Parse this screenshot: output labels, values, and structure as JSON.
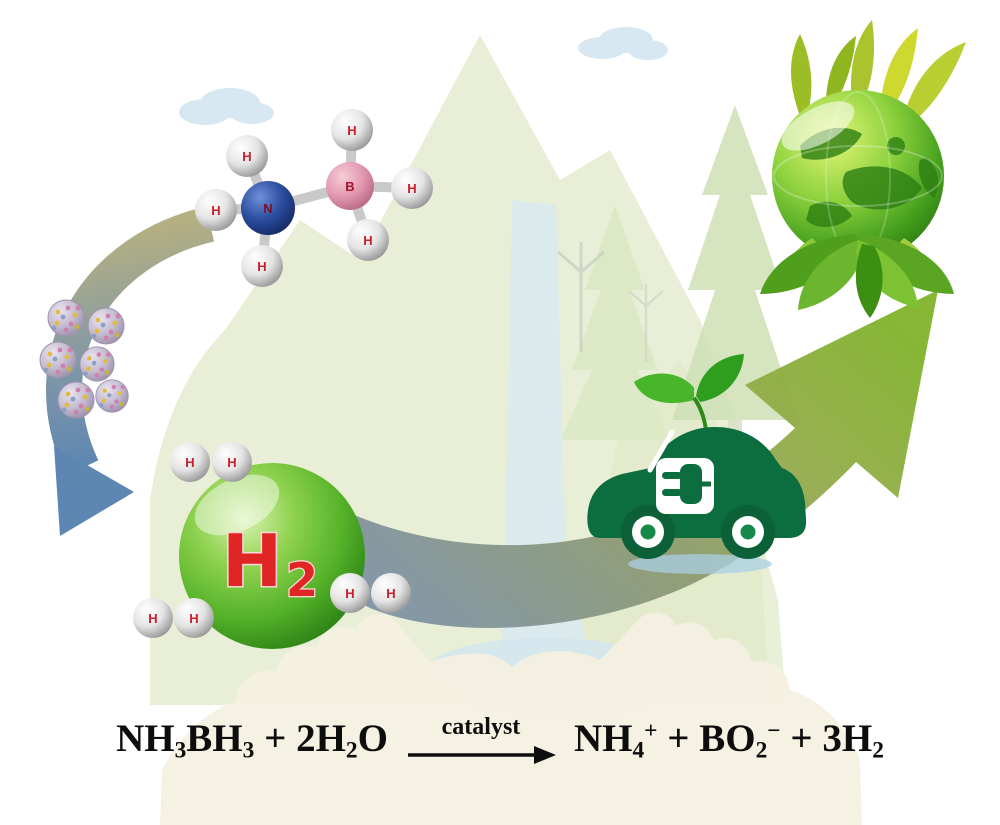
{
  "labels": {
    "h": "H",
    "b": "B",
    "n": "N"
  },
  "h2_bubble": {
    "main": "H",
    "sub": "2"
  },
  "equation": {
    "catalyst": "catalyst",
    "lhs": [
      {
        "text": "NH"
      },
      {
        "text": "3",
        "script": "sub"
      },
      {
        "text": "BH"
      },
      {
        "text": "3",
        "script": "sub"
      },
      {
        "text": " + 2H"
      },
      {
        "text": "2",
        "script": "sub"
      },
      {
        "text": "O"
      }
    ],
    "rhs": [
      {
        "text": "NH"
      },
      {
        "text": "4",
        "script": "sub"
      },
      {
        "text": "+",
        "script": "sup"
      },
      {
        "text": " + BO"
      },
      {
        "text": "2",
        "script": "sub"
      },
      {
        "text": "−",
        "script": "sup"
      },
      {
        "text": " + 3H"
      },
      {
        "text": "2",
        "script": "sub"
      }
    ]
  },
  "colors": {
    "label_red": "#c8202c",
    "h2_red": "#e02525",
    "car_green": "#0c6e3f",
    "globe_green": "#57aa28",
    "arrow_blue": "#5d86b3",
    "arrow_olive": "#8fae3c",
    "nitrogen_blue": "#27449b",
    "boron_pink": "#e39ab1",
    "equation_black": "#0d0d0d"
  },
  "icons": {
    "plug": "charging-plug-icon",
    "leaf": "leaf-icon",
    "globe": "green-earth-icon",
    "nanoparticle": "catalyst-nanoparticle-icon"
  }
}
